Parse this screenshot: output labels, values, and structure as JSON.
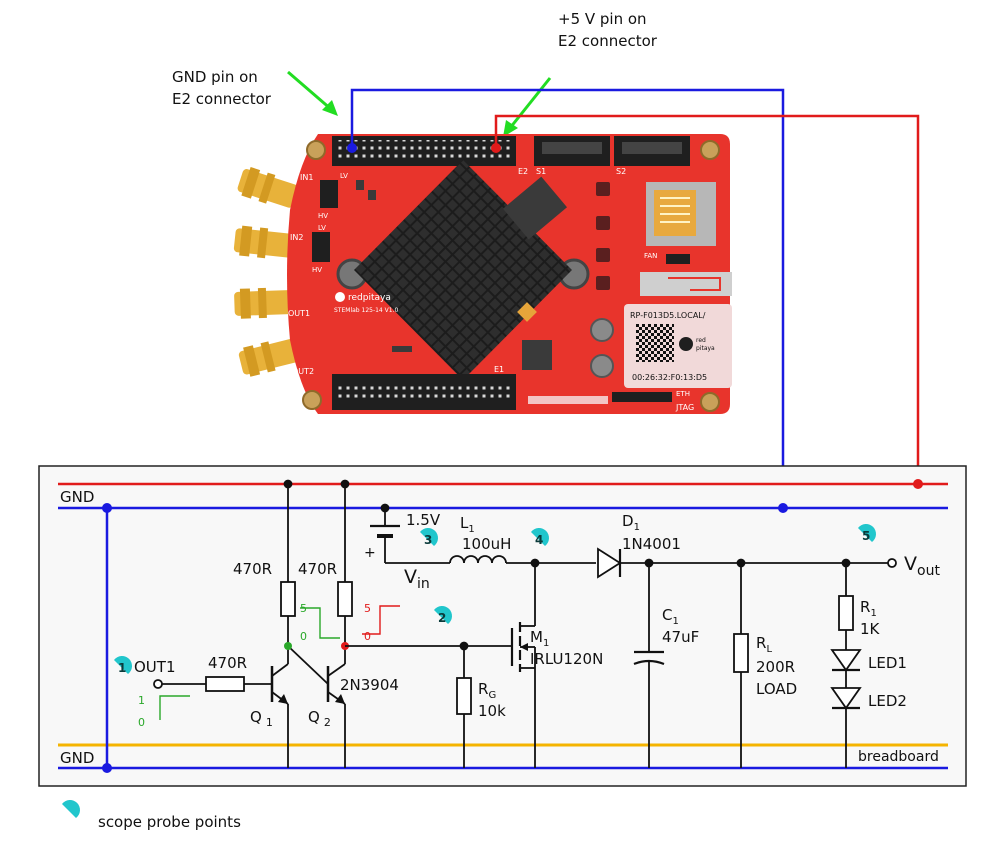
{
  "annotations": {
    "gnd_pin": [
      "GND pin on",
      "E2 connector"
    ],
    "plus5_pin": [
      "+5 V pin on",
      "E2 connector"
    ]
  },
  "board": {
    "e2": "E2",
    "e1": "E1",
    "s1": "S1",
    "s2": "S2",
    "in1": "IN1",
    "in2": "IN2",
    "out1": "OUT1",
    "out2": "OUT2",
    "lv": "LV",
    "hv": "HV",
    "brand": "redpitaya",
    "model": "STEMlab 125-14 V1.0",
    "fan": "FAN",
    "hostname": "RP-F013D5.LOCAL/",
    "mac": "00:26:32:F0:13:D5",
    "jtag": "JTAG",
    "eth": "ETH",
    "qr_brand": [
      "red",
      "pitaya"
    ]
  },
  "circuit": {
    "gnd_top": "GND",
    "gnd_bottom": "GND",
    "breadboard": "breadboard",
    "battery": "1.5V",
    "battery_plus": "+",
    "vin": "V",
    "vin_sub": "in",
    "l1": "L",
    "l1_sub": "1",
    "l1_value": "100uH",
    "d1": "D",
    "d1_sub": "1",
    "d1_value": "1N4001",
    "vout": "V",
    "vout_sub": "out",
    "r_q1c": "470R",
    "r_q2c": "470R",
    "r_base": "470R",
    "out1": "OUT1",
    "q1": "Q",
    "q1_sub": "1",
    "q2": "Q",
    "q2_sub": "2",
    "q2_part": "2N3904",
    "m1": "M",
    "m1_sub": "1",
    "m1_part": "IRLU120N",
    "rg": "R",
    "rg_sub": "G",
    "rg_value": "10k",
    "c1": "C",
    "c1_sub": "1",
    "c1_value": "47uF",
    "rl": "R",
    "rl_sub": "L",
    "rl_value": "200R",
    "rl_note": "LOAD",
    "r1": "R",
    "r1_sub": "1",
    "r1_value": "1K",
    "led1": "LED1",
    "led2": "LED2",
    "wave_green_hi": "1",
    "wave_green_lo": "0",
    "wave_q1_hi": "5",
    "wave_q1_lo": "0",
    "wave_q2_hi": "5",
    "wave_q2_lo": "0"
  },
  "probes": [
    "1",
    "2",
    "3",
    "4",
    "5"
  ],
  "legend": {
    "probe_label": "scope probe points"
  },
  "colors": {
    "red_wire": "#e11b1b",
    "blue_wire": "#1a1ae0",
    "gnd_rail": "#1a1ae0",
    "breadboard_line": "#f5b400",
    "probe": "#21c6cc",
    "pcb": "#e8342c",
    "connector": "#1f1f1f",
    "sma": "#e8b23a",
    "green_arrow": "#22dd22"
  }
}
